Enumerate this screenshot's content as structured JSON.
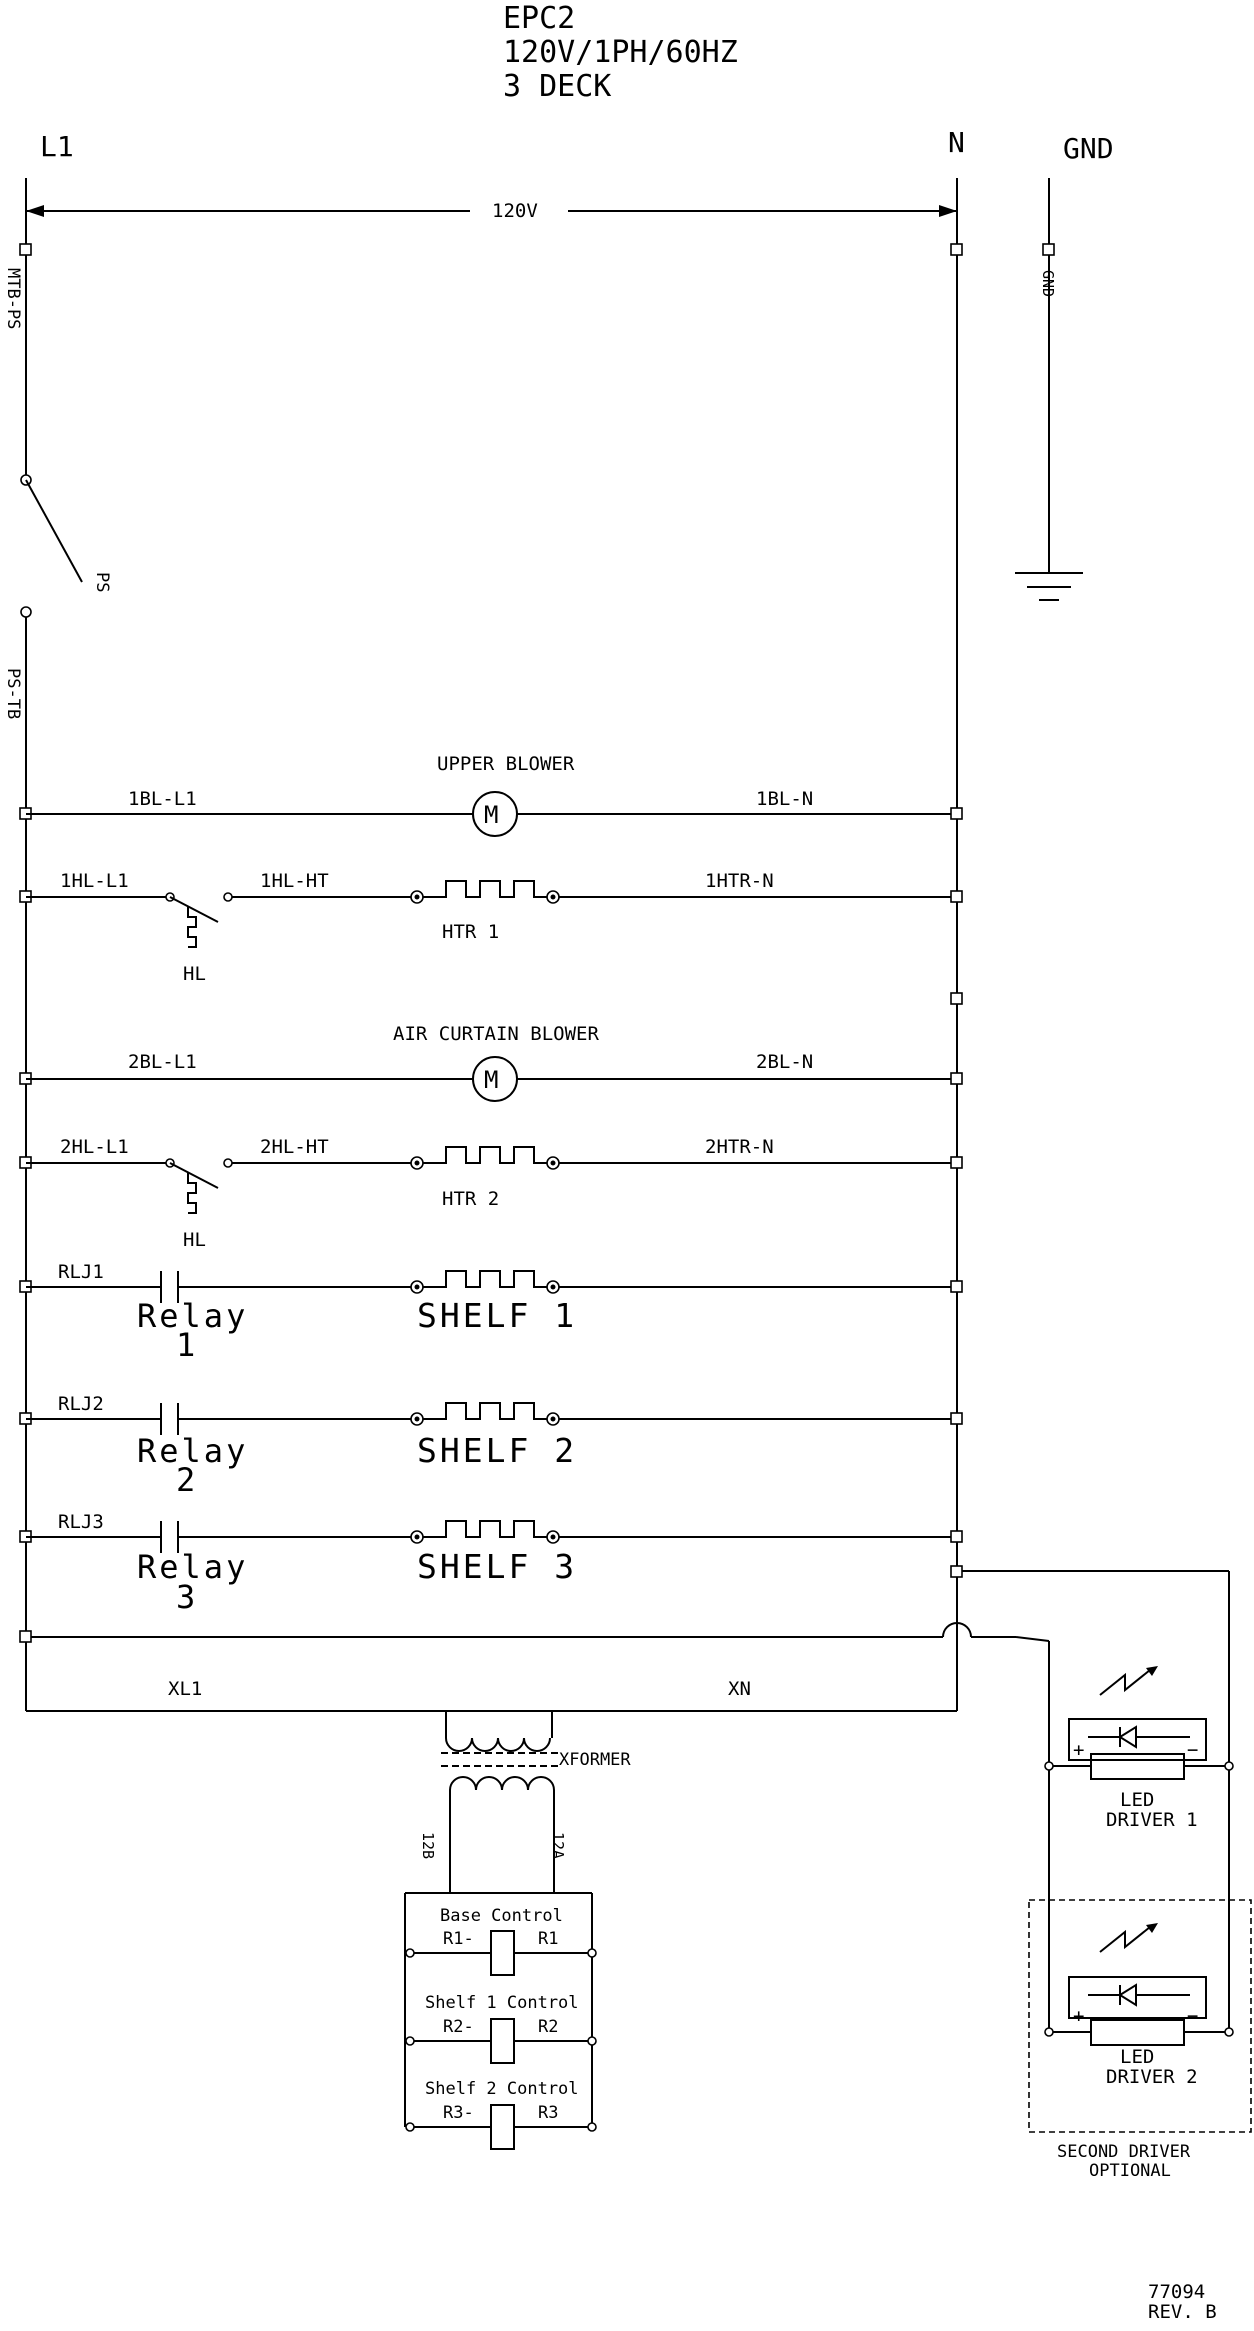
{
  "title": {
    "line1": "EPC2",
    "line2": "120V/1PH/60HZ",
    "line3": "3 DECK"
  },
  "rails": {
    "l1": "L1",
    "n": "N",
    "gnd": "GND",
    "voltage": "120V",
    "gnd_wire": "GND"
  },
  "power_switch": {
    "top_wire": "MTB-PS",
    "label": "PS",
    "bottom_wire": "PS-TB"
  },
  "rungs": {
    "upper_blower": {
      "title": "UPPER BLOWER",
      "left": "1BL-L1",
      "right": "1BL-N",
      "symbol": "M"
    },
    "heater1": {
      "left": "1HL-L1",
      "mid": "1HL-HT",
      "right": "1HTR-N",
      "limit": "HL",
      "name": "HTR 1"
    },
    "air_curtain": {
      "title": "AIR CURTAIN BLOWER",
      "left": "2BL-L1",
      "right": "2BL-N",
      "symbol": "M"
    },
    "heater2": {
      "left": "2HL-L1",
      "mid": "2HL-HT",
      "right": "2HTR-N",
      "limit": "HL",
      "name": "HTR 2"
    },
    "shelf1": {
      "wire": "RLJ1",
      "relay": "Relay",
      "num": "1",
      "name": "SHELF 1"
    },
    "shelf2": {
      "wire": "RLJ2",
      "relay": "Relay",
      "num": "2",
      "name": "SHELF 2"
    },
    "shelf3": {
      "wire": "RLJ3",
      "relay": "Relay",
      "num": "3",
      "name": "SHELF 3"
    }
  },
  "transformer": {
    "xl1": "XL1",
    "xn": "XN",
    "name": "XFORMER",
    "sec_left": "12B",
    "sec_right": "12A"
  },
  "controls": [
    {
      "name": "Base Control",
      "left": "R1-",
      "right": "R1"
    },
    {
      "name": "Shelf 1 Control",
      "left": "R2-",
      "right": "R2"
    },
    {
      "name": "Shelf 2 Control",
      "left": "R3-",
      "right": "R3"
    }
  ],
  "led_drivers": {
    "d1_line1": "LED",
    "d1_line2": "DRIVER 1",
    "d2_line1": "LED",
    "d2_line2": "DRIVER 2",
    "plus": "+",
    "minus": "−",
    "optional_line1": "SECOND DRIVER",
    "optional_line2": "OPTIONAL"
  },
  "footer": {
    "drawing_no": "77094",
    "revision": "REV. B"
  }
}
